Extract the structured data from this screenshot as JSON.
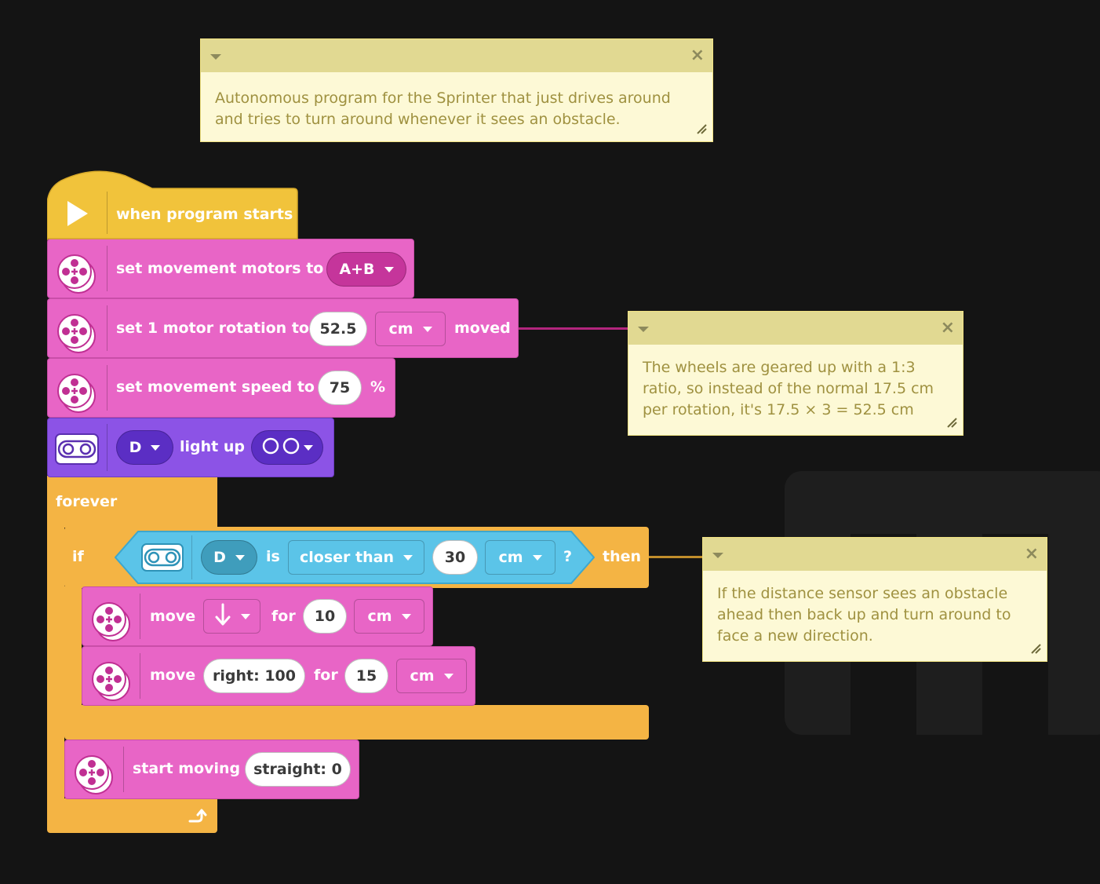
{
  "notes": {
    "top": "Autonomous program for the Sprinter that just drives around and tries to turn around whenever it sees an obstacle.",
    "gear": "The wheels are geared up with a 1:3 ratio, so instead of the normal 17.5 cm per rotation, it's 17.5 × 3 = 52.5 cm",
    "distance": "If the distance sensor sees an obstacle ahead then back up and turn around to face a new direction."
  },
  "blocks": {
    "start": {
      "label": "when program starts"
    },
    "motors": {
      "label": "set movement motors to",
      "value": "A+B"
    },
    "rotation": {
      "label": "set 1 motor rotation to",
      "value": "52.5",
      "unit": "cm",
      "suffix": "moved"
    },
    "speed": {
      "label": "set movement speed to",
      "value": "75",
      "unit": "%"
    },
    "light": {
      "port": "D",
      "label": "light up"
    },
    "forever": {
      "label": "forever"
    },
    "if": {
      "label": "if",
      "then": "then"
    },
    "sensor": {
      "port": "D",
      "is": "is",
      "comparison": "closer than",
      "value": "30",
      "unit": "cm",
      "q": "?"
    },
    "move1": {
      "label": "move",
      "for": "for",
      "value": "10",
      "unit": "cm"
    },
    "move2": {
      "label": "move",
      "steer": "right: 100",
      "for": "for",
      "value": "15",
      "unit": "cm"
    },
    "startmoving": {
      "label": "start moving",
      "steer": "straight: 0"
    }
  },
  "colors": {
    "events": "#f1c33b",
    "motion": "#e865c6",
    "light": "#8c53e6",
    "control": "#f4b444",
    "sensor": "#5bc4e8",
    "note": "#fdf9d6"
  }
}
